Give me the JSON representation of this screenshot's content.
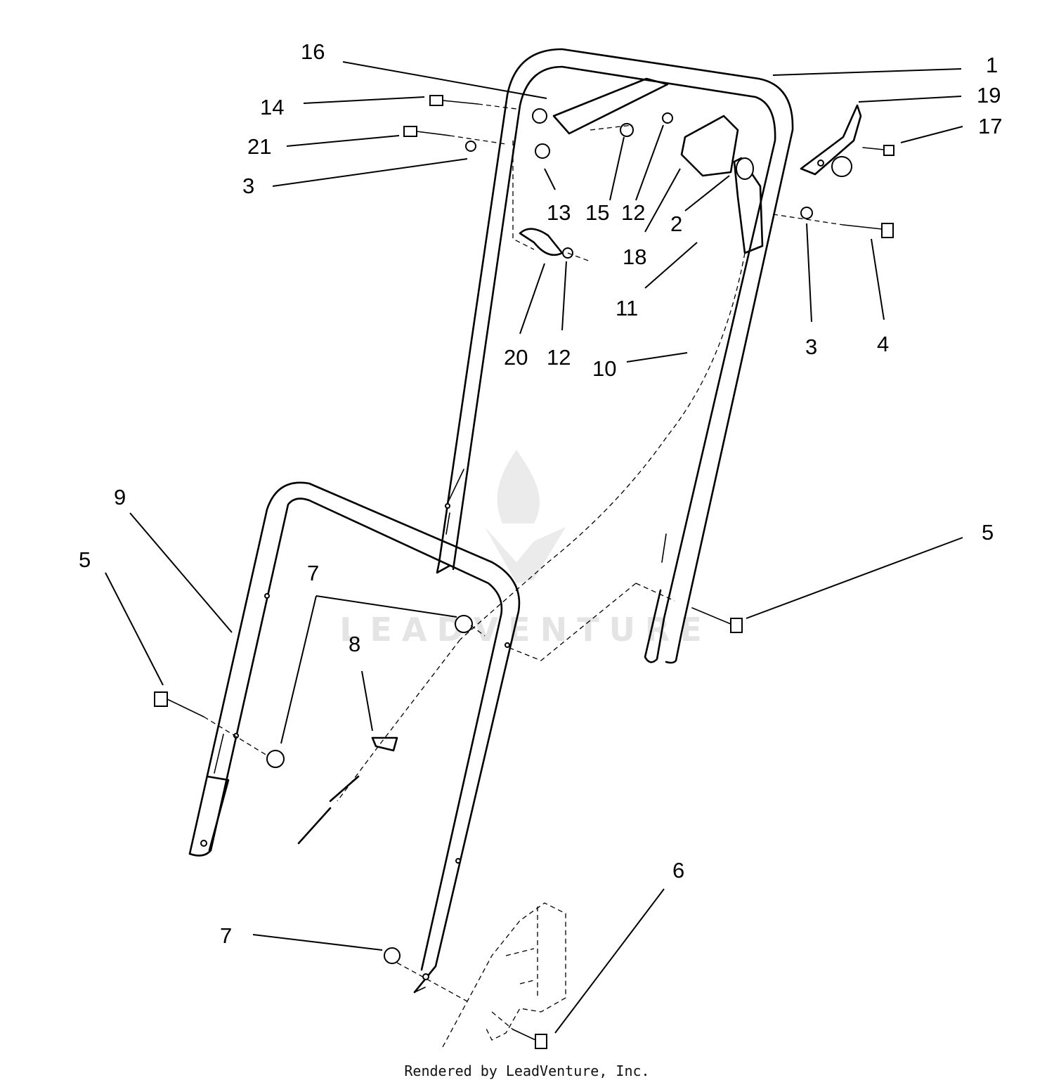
{
  "callouts": {
    "c1": "1",
    "c2": "2",
    "c3a": "3",
    "c3b": "3",
    "c4": "4",
    "c5a": "5",
    "c5b": "5",
    "c6": "6",
    "c7a": "7",
    "c7b": "7",
    "c8": "8",
    "c9": "9",
    "c10": "10",
    "c11": "11",
    "c12a": "12",
    "c12b": "12",
    "c13": "13",
    "c14": "14",
    "c15": "15",
    "c16": "16",
    "c17": "17",
    "c18": "18",
    "c19": "19",
    "c20": "20",
    "c21": "21"
  },
  "watermark": "LEADVENTURE",
  "footer": "Rendered by LeadVenture, Inc."
}
